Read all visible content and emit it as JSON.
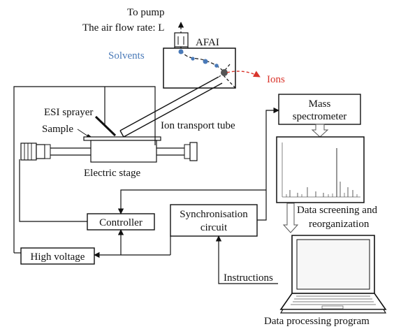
{
  "labels": {
    "to_pump": "To pump",
    "air_flow": "The air flow rate: L",
    "afai": "AFAI",
    "solvents": "Solvents",
    "ions": "Ions",
    "esi_sprayer": "ESI sprayer",
    "sample": "Sample",
    "ion_transport_tube": "Ion transport tube",
    "electric_stage": "Electric stage",
    "mass_spectrometer_line1": "Mass",
    "mass_spectrometer_line2": "spectrometer",
    "data_screening_line1": "Data screening and",
    "data_screening_line2": "reorganization",
    "controller": "Controller",
    "sync_line1": "Synchronisation",
    "sync_line2": "circuit",
    "high_voltage": "High voltage",
    "instructions": "Instructions",
    "data_processing": "Data processing program"
  },
  "colors": {
    "solvents": "#4a7ab8",
    "ions": "#d9342b",
    "line": "#111111"
  }
}
